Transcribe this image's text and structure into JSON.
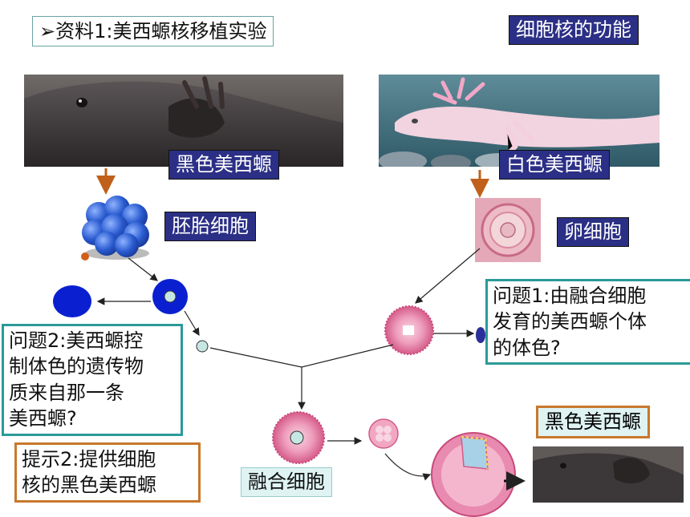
{
  "title": {
    "arrow_glyph": "➢",
    "text": "资料1:美西螈核移植实验"
  },
  "topic_label": "细胞核的功能",
  "labels": {
    "black_axolotl": "黑色美西螈",
    "white_axolotl": "白色美西螈",
    "embryo_cell": "胚胎细胞",
    "egg_cell": "卵细胞",
    "fused_cell": "融合细胞",
    "result_black_axolotl": "黑色美西螈"
  },
  "question1": {
    "line1": "问题1:由融合细胞",
    "line2": "发育的美西螈个体",
    "line3": "的体色?"
  },
  "question2": {
    "line1": "问题2:美西螈控",
    "line2": "制体色的遗传物",
    "line3": "质来自那一条",
    "line4": "美西螈?"
  },
  "hint2": {
    "line1": "提示2:提供细胞",
    "line2": "核的黑色美西螈"
  },
  "colors": {
    "label_blue": "#2b2f85",
    "question_border": "#2a9a98",
    "hint_border": "#c8782c",
    "arrow_orange": "#c0601a",
    "cell_pink": "#e07aa0",
    "embryo_blue": "#2a5bd0",
    "nucleus_blue": "#0a20d0"
  }
}
